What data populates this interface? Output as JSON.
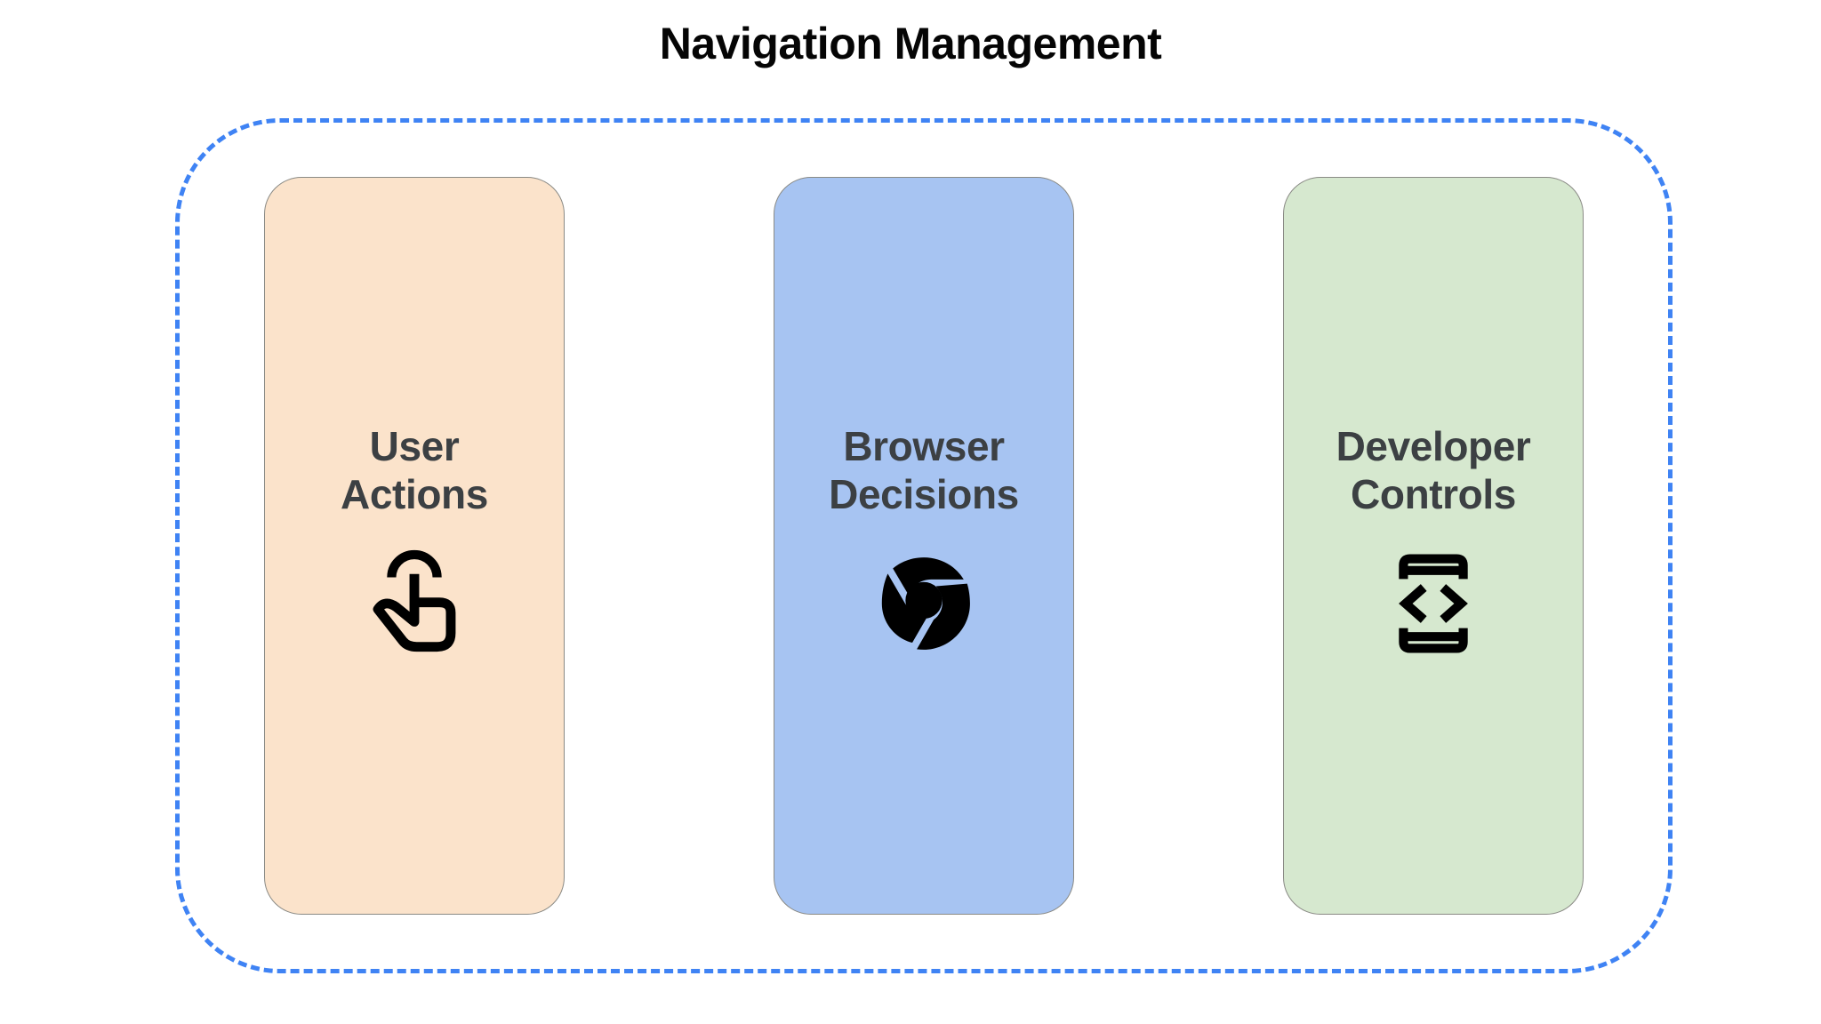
{
  "header": {
    "title": "Navigation Management"
  },
  "colors": {
    "group_border": "#3f83f4",
    "title_text": "#050505",
    "card_label_text": "#3c4043",
    "icon_color": "#000000",
    "card_border": "#8a8a85",
    "background": "#ffffff"
  },
  "group": {
    "name": "navigation-management-group",
    "border_style": "dashed"
  },
  "cards": [
    {
      "label": "User\nActions",
      "label_line1": "User",
      "label_line2": "Actions",
      "fill": "#fbe3cb",
      "icon": "tap-gesture-icon",
      "name": "card-user-actions"
    },
    {
      "label": "Browser\nDecisions",
      "label_line1": "Browser",
      "label_line2": "Decisions",
      "fill": "#a7c4f2",
      "icon": "chrome-browser-icon",
      "name": "card-browser-decisions"
    },
    {
      "label": "Developer\nControls",
      "label_line1": "Developer",
      "label_line2": "Controls",
      "fill": "#d6e8cf",
      "icon": "developer-mode-code-icon",
      "name": "card-developer-controls"
    }
  ]
}
